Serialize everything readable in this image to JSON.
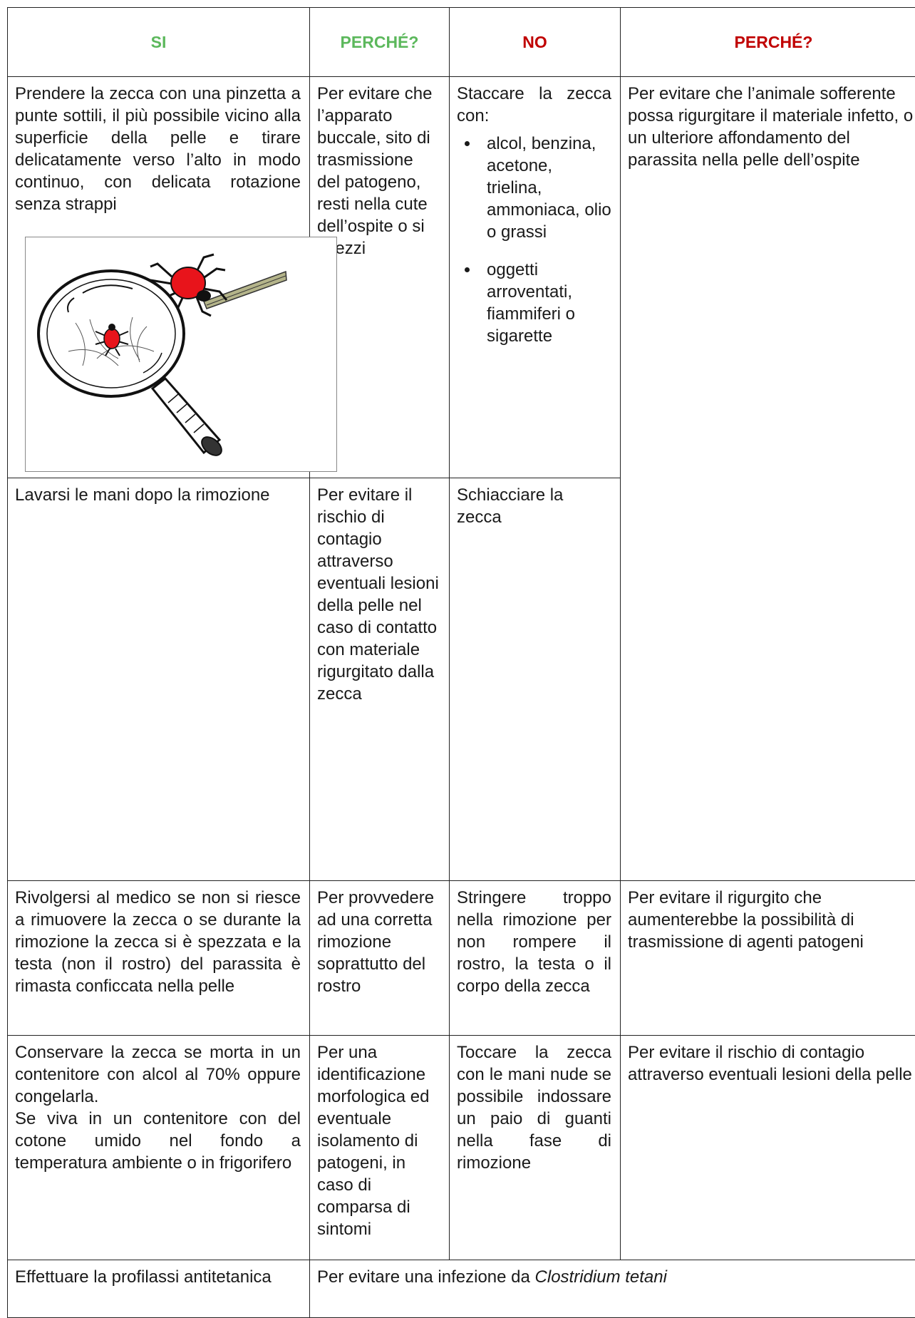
{
  "headers": {
    "si": "SI",
    "perche_si": "PERCHÉ?",
    "no": "NO",
    "perche_no": "PERCHÉ?"
  },
  "colors": {
    "green_header": "#5cb85c",
    "red_header": "#c00000",
    "tick_red": "#e8141b"
  },
  "rows": [
    {
      "si": "Prendere la zecca con una pinzetta a punte sottili, il più possibile vicino alla superficie della pelle e tirare delicatamente verso l’alto in modo continuo, con delicata rotazione senza strappi",
      "perche_si": "Per evitare che l’apparato buccale, sito di trasmissione del patogeno, resti nella cute dell’ospite o si spezzi",
      "no_intro": "Staccare la zecca con:",
      "no_items": [
        "alcol, benzina, acetone, trielina, ammoniaca, olio o grassi",
        "oggetti arroventati, fiammiferi o sigarette"
      ],
      "perche_no": "Per evitare che l’animale sofferente possa rigurgitare il materiale infetto, o un ulteriore affondamento del parassita nella pelle dell’ospite",
      "illustration_icon": "tick-removal-magnifier-illustration"
    },
    {
      "si": "Lavarsi le mani dopo la rimozione",
      "perche_si": "Per evitare il rischio di contagio attraverso eventuali lesioni della pelle nel caso di contatto con materiale rigurgitato dalla zecca",
      "no": "Schiacciare la zecca"
    },
    {
      "si": "Rivolgersi al medico se non si riesce a rimuovere la zecca o se durante la rimozione la zecca si è spezzata e la testa (non il rostro) del parassita è rimasta conficcata nella pelle",
      "perche_si": "Per provvedere ad una corretta rimozione soprattutto del rostro",
      "no": "Stringere troppo nella rimozione per non rompere il rostro, la testa o il corpo della zecca",
      "perche_no": "Per evitare il rigurgito che aumenterebbe la possibilità di trasmissione di agenti patogeni"
    },
    {
      "si_line1": "Conservare la zecca se morta in un contenitore con alcol al 70% oppure congelarla.",
      "si_line2": "Se viva in un contenitore con del cotone umido nel fondo a temperatura ambiente o in frigorifero",
      "perche_si": "Per una identificazione morfologica ed eventuale isolamento di patogeni, in caso di comparsa di sintomi",
      "no": "Toccare la zecca con le mani nude se possibile indossare un paio di guanti nella fase di rimozione",
      "perche_no": "Per evitare il rischio di contagio attraverso eventuali lesioni della pelle"
    },
    {
      "si": "Effettuare la profilassi antitetanica",
      "perche_prefix": "Per evitare una infezione da ",
      "perche_italic": "Clostridium tetani"
    }
  ]
}
